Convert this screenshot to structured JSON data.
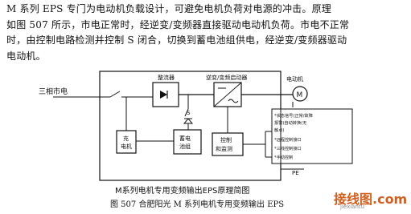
{
  "paragraph": {
    "line1": "M 系列 EPS 专门为电动机负载设计，可避免电机负荷对电源的冲击。原理",
    "line2": "如图 507 所示，市电正常时，经逆变/变频器直接驱动电动机负荷。市电不正常",
    "line3": "时，由控制电路检测并控制 S 闭合，切换到蓄电池组供电，经逆变/变频器驱动",
    "line4": "电动机。"
  },
  "diagram": {
    "input_label": "三相市电",
    "rectifier_label": "整流器",
    "inverter_label": "逆变/变频启动器",
    "motor_label": "电动机",
    "motor_symbol": "M",
    "switch_label": "S",
    "charger_label_1": "充",
    "charger_label_2": "电机",
    "battery_label_1": "蓄电",
    "battery_label_2": "池组",
    "control_label_1": "控制",
    "control_label_2": "和监测",
    "pe_label": "PE",
    "legend_lines": [
      "*状态信号(正常/故障",
      "  报警)自动转换(无",
      "  触点)",
      "*远程控制接口",
      "*三线控制接口",
      "*手动控制"
    ]
  },
  "captions": {
    "figure_title": "M系列电机专用变频输出EPS原理简图",
    "figure_caption": "图 507   合肥阳光 M 系列电机专用变频输出 EPS"
  },
  "watermark": {
    "brand": "接线图.com",
    "url": "jiexiantu"
  }
}
